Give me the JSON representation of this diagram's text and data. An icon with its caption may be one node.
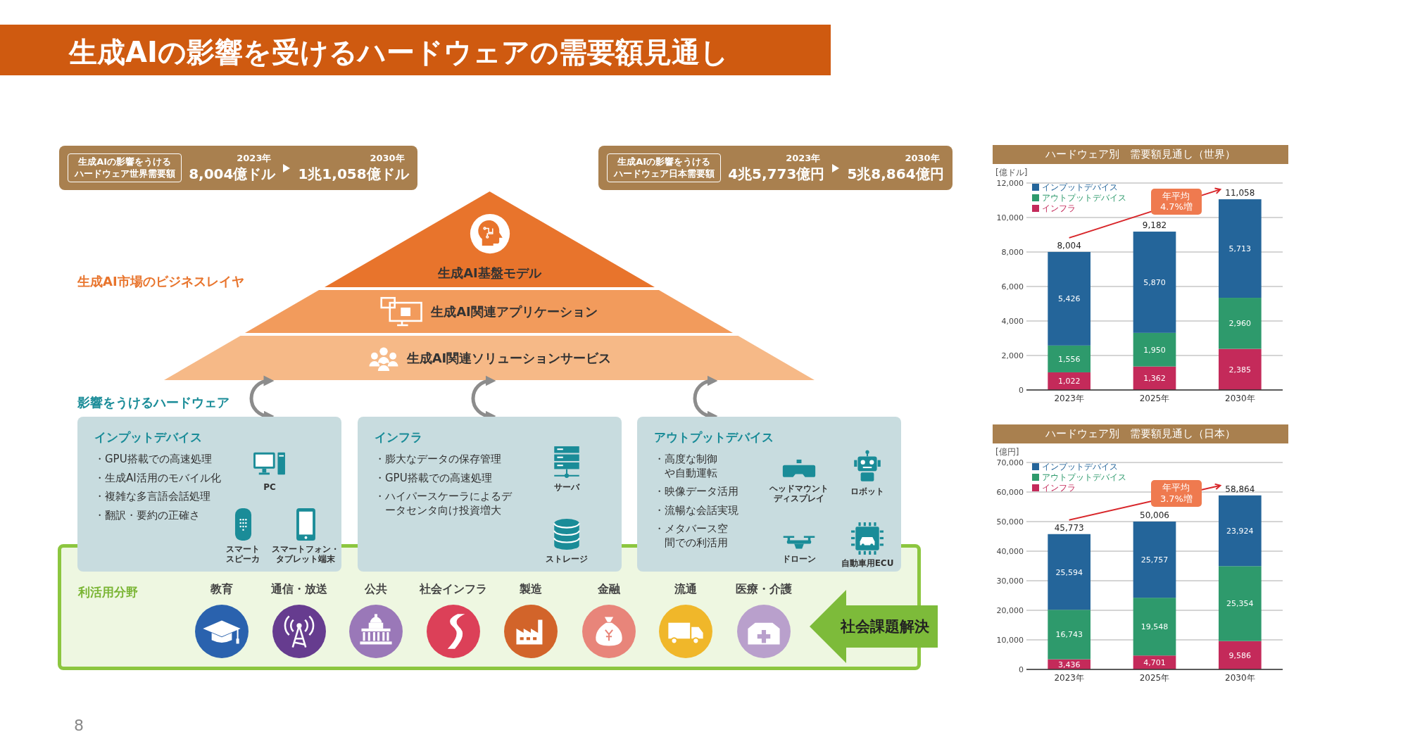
{
  "diagram": {
    "title": "生成AIの影響を受けるハードウェアの需要額見通し",
    "nodes": [
      {
        "text": [
          "生成AIの影響をうけるハードウェア世界需要額",
          "2023年",
          "8,004億ドル",
          "2030年",
          "1兆1,058億ドル"
        ]
      },
      {
        "text": [
          "生成AIの影響をうけるハードウェア日本需要額",
          "2023年",
          "4兆5,773億円",
          "2030年",
          "5兆8,864億円"
        ]
      },
      {
        "text": [
          "生成AI基盤モデル"
        ]
      },
      {
        "text": [
          "生成AI関連アプリケーション"
        ]
      },
      {
        "text": [
          "生成AI関連ソリューションサービス"
        ]
      },
      {
        "text": [
          "インプットデバイス",
          "・GPU搭載での高速処理",
          "・生成AI活用のモバイル化",
          "・複雑な多言語会話処理",
          "・翻訳・要約の正確さ"
        ]
      },
      {
        "text": [
          "PC"
        ],
        "in": 5
      },
      {
        "text": [
          "スマートスピーカ"
        ],
        "in": 5
      },
      {
        "text": [
          "スマートフォン・タブレット端末"
        ],
        "in": 5
      },
      {
        "text": [
          "インフラ",
          "・膨大なデータの保存管理",
          "・GPU搭載での高速処理",
          "・ハイパースケーラによるデータセンタ向け投資増大"
        ]
      },
      {
        "text": [
          "サーバ"
        ],
        "in": 9
      },
      {
        "text": [
          "ストレージ"
        ],
        "in": 9
      },
      {
        "text": [
          "アウトプットデバイス",
          "・高度な制御や自動運転",
          "・映像データ活用",
          "・流暢な会話実現",
          "・メタバース空間での利活用"
        ]
      },
      {
        "text": [
          "ヘッドマウントディスプレイ"
        ],
        "in": 12
      },
      {
        "text": [
          "ロボット"
        ],
        "in": 12
      },
      {
        "text": [
          "ドローン"
        ],
        "in": 12
      },
      {
        "text": [
          "自動車用ECU"
        ],
        "in": 12
      },
      {
        "text": [
          "利活用分野"
        ]
      },
      {
        "text": [
          "教育"
        ],
        "in": 17
      },
      {
        "text": [
          "通信・放送"
        ],
        "in": 17
      },
      {
        "text": [
          "公共"
        ],
        "in": 17
      },
      {
        "text": [
          "社会インフラ"
        ],
        "in": 17
      },
      {
        "text": [
          "製造"
        ],
        "in": 17
      },
      {
        "text": [
          "金融"
        ],
        "in": 17
      },
      {
        "text": [
          "流通"
        ],
        "in": 17
      },
      {
        "text": [
          "医療・介護"
        ],
        "in": 17
      },
      {
        "text": [
          "社会課題解決"
        ]
      }
    ],
    "edges": [
      {
        "from": 4,
        "to": 5,
        "arrow": "both"
      },
      {
        "from": 4,
        "to": 9,
        "arrow": "both"
      },
      {
        "from": 4,
        "to": 12,
        "arrow": "both"
      }
    ],
    "labels": [
      "生成AI市場のビジネスレイヤ",
      "影響をうけるハードウェア",
      "8"
    ],
    "chart_data": [
      {
        "type": "bar",
        "stacked": true,
        "title": "ハードウェア別　需要額見通し（世界）",
        "ylabel": "[億ドル]",
        "categories": [
          "2023年",
          "2025年",
          "2030年"
        ],
        "series": [
          {
            "name": "インプットデバイス",
            "color": "#24659a",
            "values": [
              5426,
              5870,
              5713
            ],
            "value_labels": [
              "5,426",
              "5,870",
              "5,713"
            ]
          },
          {
            "name": "アウトプットデバイス",
            "color": "#2e9a6c",
            "values": [
              1556,
              1950,
              2960
            ],
            "value_labels": [
              "1,556",
              "1,950",
              "2,960"
            ]
          },
          {
            "name": "インフラ",
            "color": "#c42a5a",
            "values": [
              1022,
              1362,
              2385
            ],
            "value_labels": [
              "1,022",
              "1,362",
              "2,385"
            ]
          }
        ],
        "grid": true,
        "legend": "upper left",
        "ylim": [
          0,
          12000
        ],
        "yticks": [
          0,
          {
            "value": 2000,
            "label": "2,000"
          },
          {
            "value": 4000,
            "label": "4,000"
          },
          {
            "value": 6000,
            "label": "6,000"
          },
          {
            "value": 8000,
            "label": "8,000"
          },
          {
            "value": 10000,
            "label": "10,000"
          },
          {
            "value": 12000,
            "label": "12,000"
          }
        ],
        "annotations": [
          "8,004",
          "9,182",
          "11,058",
          "年平均4.7%増"
        ]
      },
      {
        "type": "bar",
        "stacked": true,
        "title": "ハードウェア別　需要額見通し（日本）",
        "ylabel": "[億円]",
        "categories": [
          "2023年",
          "2025年",
          "2030年"
        ],
        "series": [
          {
            "name": "インプットデバイス",
            "color": "#24659a",
            "values": [
              25594,
              25757,
              23924
            ],
            "value_labels": [
              "25,594",
              "25,757",
              "23,924"
            ]
          },
          {
            "name": "アウトプットデバイス",
            "color": "#2e9a6c",
            "values": [
              16743,
              19548,
              25354
            ],
            "value_labels": [
              "16,743",
              "19,548",
              "25,354"
            ]
          },
          {
            "name": "インフラ",
            "color": "#c42a5a",
            "values": [
              3436,
              4701,
              9586
            ],
            "value_labels": [
              "3,436",
              "4,701",
              "9,586"
            ]
          }
        ],
        "grid": true,
        "legend": "upper left",
        "ylim": [
          0,
          70000
        ],
        "yticks": [
          0,
          {
            "value": 10000,
            "label": "10,000"
          },
          {
            "value": 20000,
            "label": "20,000"
          },
          {
            "value": 30000,
            "label": "30,000"
          },
          {
            "value": 40000,
            "label": "40,000"
          },
          {
            "value": 50000,
            "label": "50,000"
          },
          {
            "value": 60000,
            "label": "60,000"
          },
          {
            "value": 70000,
            "label": "70,000"
          }
        ],
        "annotations": [
          "45,773",
          "50,006",
          "58,864",
          "年平均3.7%増"
        ]
      }
    ]
  }
}
